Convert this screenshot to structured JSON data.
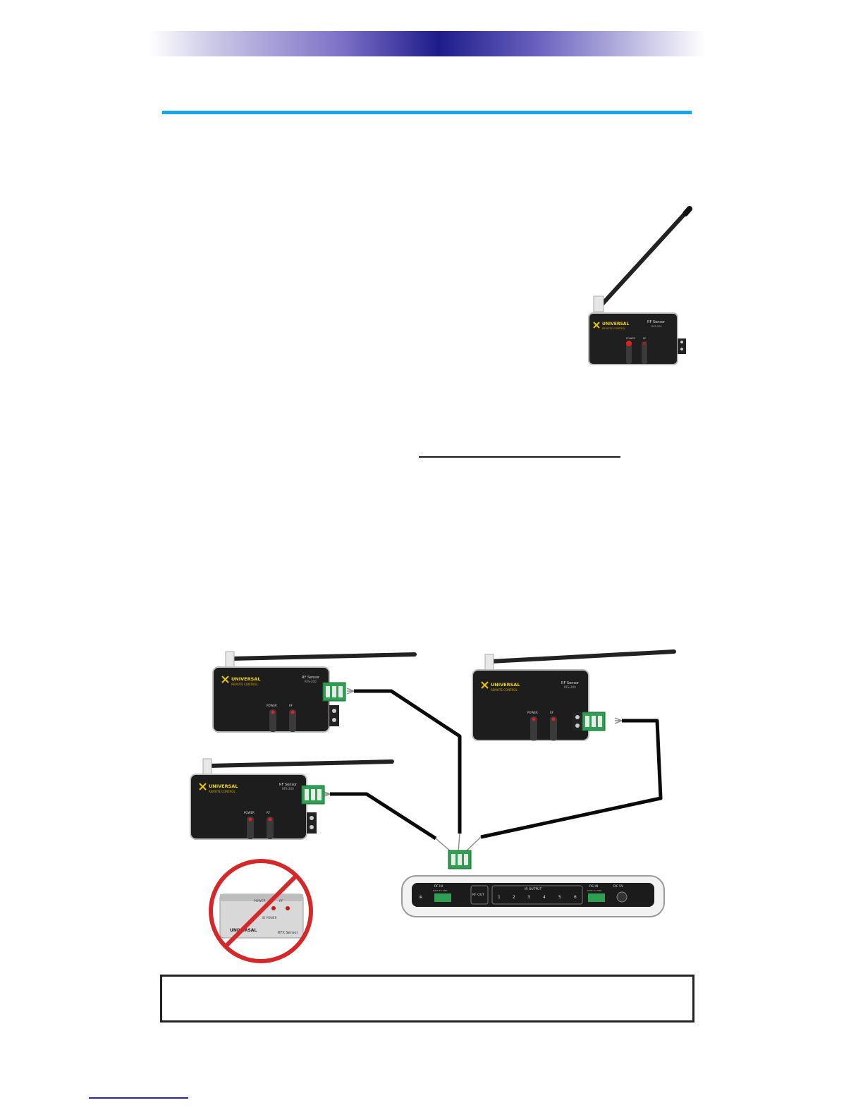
{
  "brand": {
    "name": "UNIVERSAL",
    "tagline": "REMOTE CONTROL"
  },
  "sensor": {
    "title": "RF Sensor",
    "model": "RFS-200",
    "led_power": "POWER",
    "led_rf": "RF"
  },
  "legacy_sensor": {
    "title": "RFX Sensor",
    "led_power": "POWER",
    "led_rf": "RF",
    "switch": "ID POWER"
  },
  "base": {
    "ir": "IR",
    "rf_in": "RF IN",
    "rf_in_pins": "DATA 5V GND",
    "rf_out": "RF OUT",
    "ir_output": "IR OUTPUT",
    "ports": [
      "1",
      "2",
      "3",
      "4",
      "5",
      "6"
    ],
    "rs_in": "RS IN",
    "rs_in_pins": "DATA 5V GND",
    "dc": "DC 5V"
  },
  "colors": {
    "accent_blue": "#17a6e6",
    "header_navy": "#1d1c8a",
    "terminal_green": "#2ea052",
    "prohibit_red": "#d62828"
  }
}
